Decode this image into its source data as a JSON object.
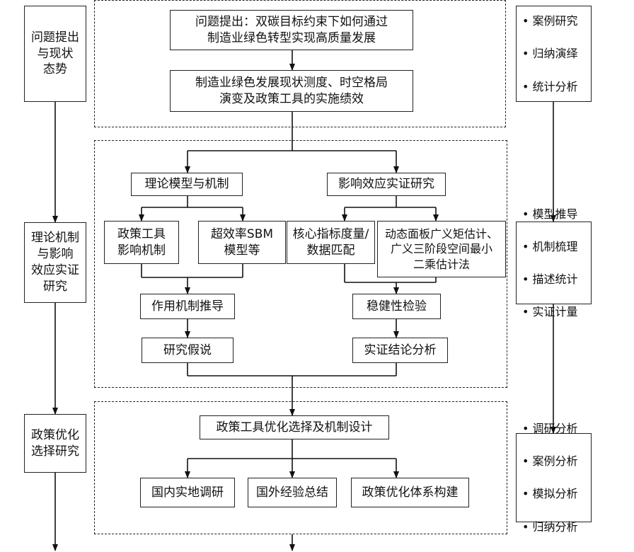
{
  "left_column": [
    {
      "id": "left-1",
      "text": "问题提出\n与现状\n态势"
    },
    {
      "id": "left-2",
      "text": "理论机制\n与影响\n效应实证\n研究"
    },
    {
      "id": "left-3",
      "text": "政策优化\n选择研究"
    }
  ],
  "right_column": [
    {
      "id": "right-1",
      "items": [
        "案例研究",
        "归纳演绎",
        "统计分析"
      ]
    },
    {
      "id": "right-2",
      "items": [
        "模型推导",
        "机制梳理",
        "描述统计",
        "实证计量"
      ]
    },
    {
      "id": "right-3",
      "items": [
        "调研分析",
        "案例分析",
        "模拟分析",
        "归纳分析"
      ]
    }
  ],
  "section1": {
    "question": "问题提出：双碳目标约束下如何通过\n制造业绿色转型实现高质量发展",
    "status": "制造业绿色发展现状测度、时空格局\n演变及政策工具的实施绩效"
  },
  "section2": {
    "theory": "理论模型与机制",
    "empirical": "影响效应实证研究",
    "policy_mechanism": "政策工具\n影响机制",
    "sbm": "超效率SBM\n模型等",
    "core_index": "核心指标度量/\n数据匹配",
    "gmm": "动态面板广义矩估计、\n广义三阶段空间最小\n二乘估计法",
    "mechanism_derivation": "作用机制推导",
    "robustness": "稳健性检验",
    "hypothesis": "研究假说",
    "conclusion": "实证结论分析"
  },
  "section3": {
    "policy_design": "政策工具优化选择及机制设计",
    "domestic": "国内实地调研",
    "foreign": "国外经验总结",
    "system": "政策优化体系构建"
  }
}
